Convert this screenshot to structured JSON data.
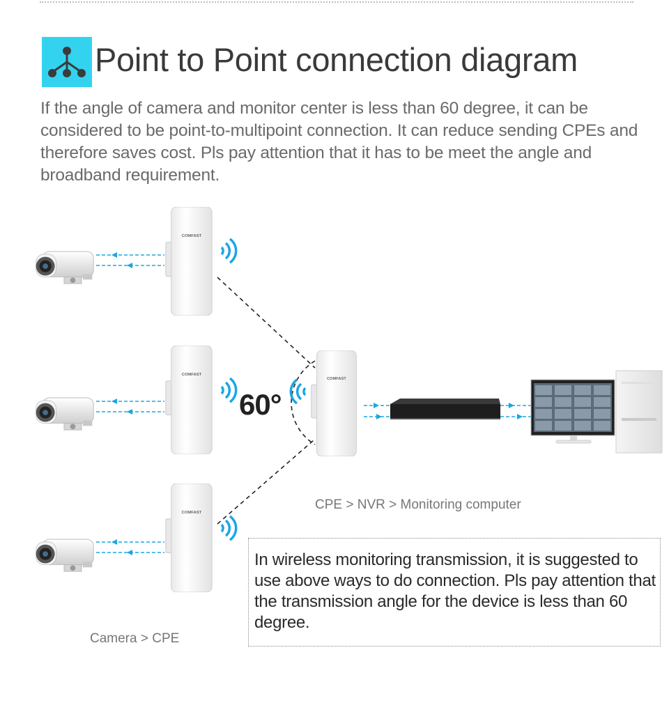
{
  "header": {
    "title": "Point to Point connection diagram",
    "icon": "network-topology-icon",
    "icon_color": "#33d3ef"
  },
  "intro_text": "If the angle of camera and monitor center is less than 60 degree, it can be considered to be point-to-multipoint connection. It can reduce sending CPEs and therefore saves cost. Pls pay attention that it has to be meet the angle and broadband requirement.",
  "diagram": {
    "cpe_brand": "COMFAST",
    "angle_label": "60°",
    "caption_left": "Camera  >  CPE",
    "caption_right": "CPE  >  NVR  >  Monitoring computer",
    "accent_color": "#1aa6e6"
  },
  "note_text": "In wireless monitoring transmission, it is suggested to use above ways to do connection. Pls pay attention that the transmission angle for the device is less than 60 degree."
}
